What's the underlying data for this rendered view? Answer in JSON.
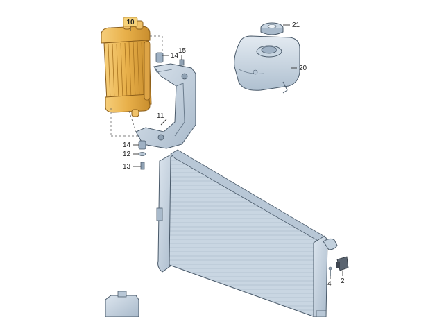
{
  "callouts": {
    "p10": "10",
    "p14a": "14",
    "p15": "15",
    "p11": "11",
    "p14b": "14",
    "p12": "12",
    "p13": "13",
    "p21": "21",
    "p20": "20",
    "p4": "4",
    "p2": "2"
  },
  "colors": {
    "highlight": "#E8B04A",
    "highlight_stroke": "#9A6A1E",
    "part_fill": "#C9D6E2",
    "part_shadow": "#9FB1C4",
    "part_stroke": "#4A5A6A",
    "leader": "#333333",
    "badge": "#F6D27A"
  },
  "icons": {
    "aux_radiator": "auxiliary-radiator-icon",
    "main_radiator": "radiator-icon",
    "bracket": "mounting-bracket-icon",
    "reservoir": "expansion-tank-icon",
    "cap": "tank-cap-icon",
    "sensor": "temperature-sensor-icon"
  }
}
